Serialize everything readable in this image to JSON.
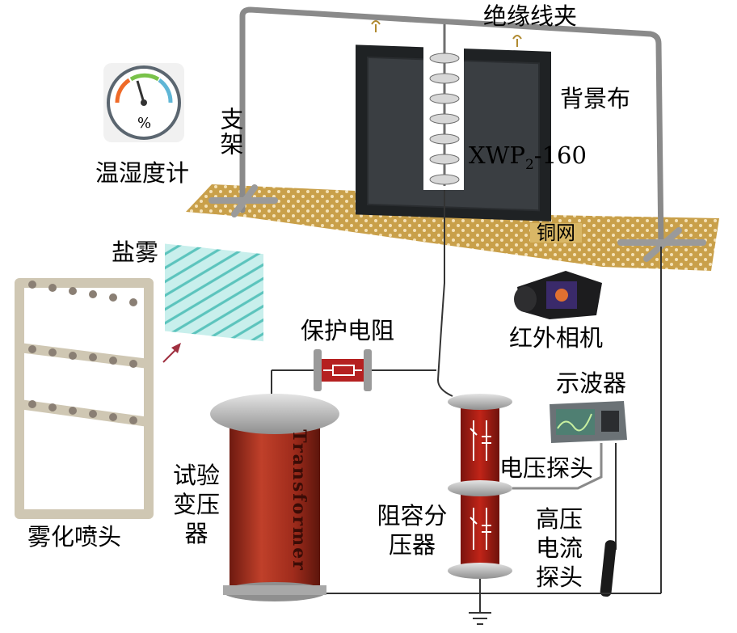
{
  "labels": {
    "insulator_clamp": "绝缘线夹",
    "background_cloth": "背景布",
    "support_frame": "支架",
    "hygrometer": "温湿度计",
    "insulator_model_base": "XWP",
    "insulator_model_sub": "2",
    "insulator_model_suffix": "-160",
    "salt_fog": "盐雾",
    "copper_mesh": "铜网",
    "infrared_camera": "红外相机",
    "protection_resistor": "保护电阻",
    "oscilloscope": "示波器",
    "voltage_probe": "电压探头",
    "test_transformer": "试验变压器",
    "rc_divider": "阻容分压器",
    "hv_current_probe": "高压电流探头",
    "spray_nozzle": "雾化喷头",
    "transformer_text": "Transformer",
    "gauge_unit": "%"
  },
  "colors": {
    "frame": "#8a8a8a",
    "cloth": "#2b2e31",
    "mesh": "#c9a04a",
    "transformer_body": "#a5311f",
    "salt_fog": "#7fd6d0",
    "resistor": "#b52020"
  }
}
